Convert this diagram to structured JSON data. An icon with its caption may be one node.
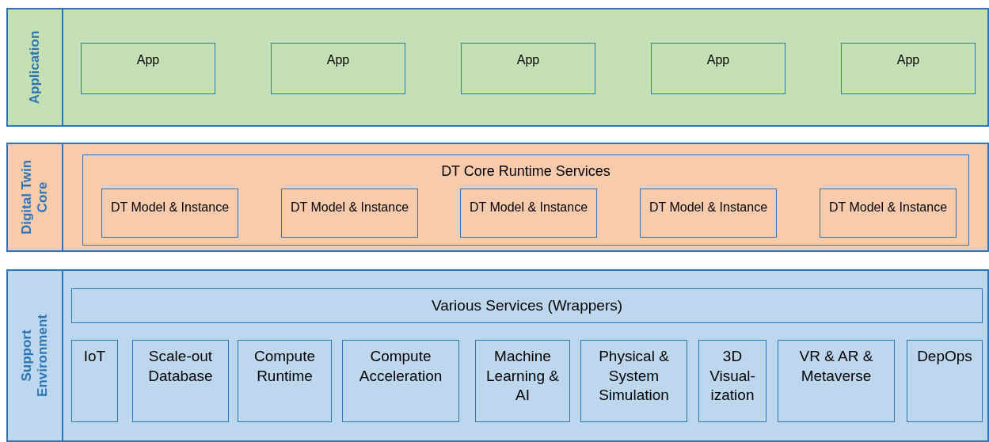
{
  "diagram": {
    "nodes": [
      {
        "text": [
          "Application"
        ]
      },
      {
        "text": [
          "App"
        ],
        "in": 0
      },
      {
        "text": [
          "App"
        ],
        "in": 0
      },
      {
        "text": [
          "App"
        ],
        "in": 0
      },
      {
        "text": [
          "App"
        ],
        "in": 0
      },
      {
        "text": [
          "App"
        ],
        "in": 0
      },
      {
        "text": [
          "Digital Twin Core"
        ]
      },
      {
        "text": [
          "DT Core Runtime Services"
        ],
        "in": 6
      },
      {
        "text": [
          "DT Model & Instance"
        ],
        "in": 7
      },
      {
        "text": [
          "DT Model & Instance"
        ],
        "in": 7
      },
      {
        "text": [
          "DT Model & Instance"
        ],
        "in": 7
      },
      {
        "text": [
          "DT Model & Instance"
        ],
        "in": 7
      },
      {
        "text": [
          "DT Model & Instance"
        ],
        "in": 7
      },
      {
        "text": [
          "Support Environment"
        ]
      },
      {
        "text": [
          "Various Services (Wrappers)"
        ],
        "in": 13
      },
      {
        "text": [
          "IoT"
        ],
        "in": 13
      },
      {
        "text": [
          "Scale-out Database"
        ],
        "in": 13
      },
      {
        "text": [
          "Compute Runtime"
        ],
        "in": 13
      },
      {
        "text": [
          "Compute Acceleration"
        ],
        "in": 13
      },
      {
        "text": [
          "Machine Learning & AI"
        ],
        "in": 13
      },
      {
        "text": [
          "Physical & System Simulation"
        ],
        "in": 13
      },
      {
        "text": [
          "3D Visual-ization"
        ],
        "in": 13
      },
      {
        "text": [
          "VR & AR & Metaverse"
        ],
        "in": 13
      },
      {
        "text": [
          "DepOps"
        ],
        "in": 13
      }
    ],
    "edges": []
  }
}
